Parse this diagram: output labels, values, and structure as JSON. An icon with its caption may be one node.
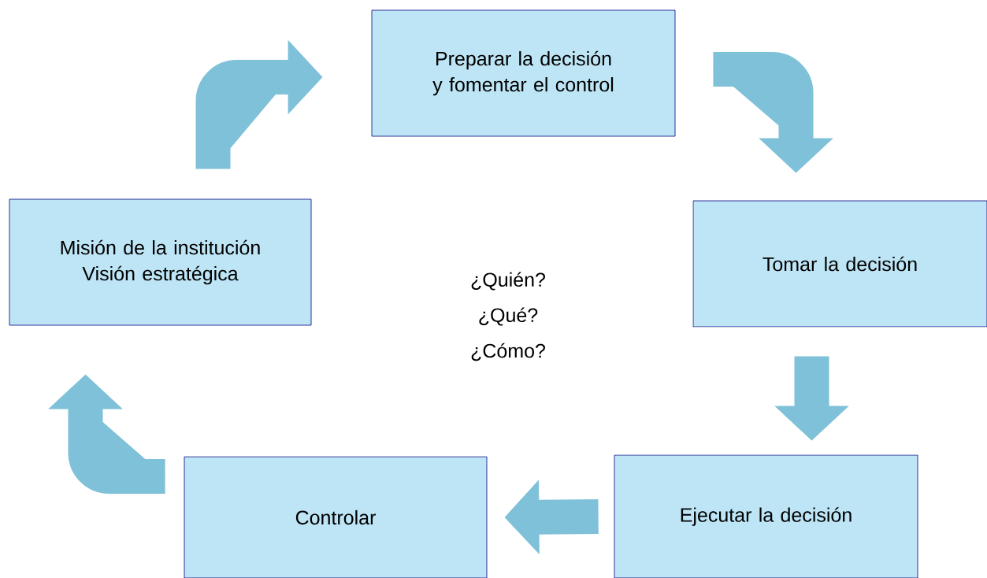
{
  "diagram": {
    "nodes": [
      {
        "text": [
          "Preparar la decisión y fomentar el control"
        ]
      },
      {
        "text": [
          "Tomar la decisión"
        ]
      },
      {
        "text": [
          "Ejecutar la decisión"
        ]
      },
      {
        "text": [
          "Controlar"
        ]
      },
      {
        "text": [
          "Misión de la institución",
          "Visión estratégica"
        ]
      }
    ],
    "edges": [
      {
        "from": 0,
        "to": 1,
        "arrow": "to"
      },
      {
        "from": 1,
        "to": 2,
        "arrow": "to"
      },
      {
        "from": 2,
        "to": 3,
        "arrow": "to"
      },
      {
        "from": 3,
        "to": 4,
        "arrow": "to"
      },
      {
        "from": 4,
        "to": 0,
        "arrow": "to"
      }
    ],
    "labels": [
      "¿Quién?",
      "¿Qué?",
      "¿Cómo?"
    ]
  }
}
